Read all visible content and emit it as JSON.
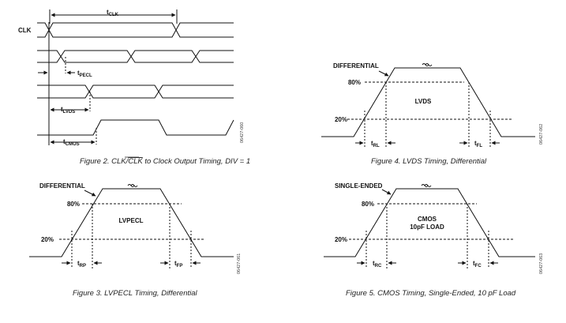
{
  "figure2": {
    "period_label": "t",
    "period_sub": "CLK",
    "clk_label": "CLK",
    "pecl_label": "t",
    "pecl_sub": "PECL",
    "lvds_label": "t",
    "lvds_sub": "LVDS",
    "cmos_label": "t",
    "cmos_sub": "CMOS",
    "fig_id": "06427-060",
    "caption_a": "Figure 2. CLK/",
    "caption_overline": "CLK",
    "caption_b": " to Clock Output Timing, DIV = 1"
  },
  "figure3": {
    "kind": "DIFFERENTIAL",
    "level_high": "80%",
    "level_low": "20%",
    "mode": "LVPECL",
    "rise_label": "t",
    "rise_sub": "RP",
    "fall_label": "t",
    "fall_sub": "FP",
    "fig_id": "06427-061",
    "caption": "Figure 3. LVPECL Timing, Differential"
  },
  "figure4": {
    "kind": "DIFFERENTIAL",
    "level_high": "80%",
    "level_low": "20%",
    "mode": "LVDS",
    "rise_label": "t",
    "rise_sub": "RL",
    "fall_label": "t",
    "fall_sub": "FL",
    "fig_id": "06427-062",
    "caption": "Figure 4. LVDS Timing, Differential"
  },
  "figure5": {
    "kind": "SINGLE-ENDED",
    "level_high": "80%",
    "level_low": "20%",
    "mode": "CMOS",
    "mode_line2": "10pF LOAD",
    "rise_label": "t",
    "rise_sub": "RC",
    "fall_label": "t",
    "fall_sub": "FC",
    "fig_id": "06427-063",
    "caption": "Figure 5. CMOS Timing, Single-Ended, 10 pF Load"
  }
}
